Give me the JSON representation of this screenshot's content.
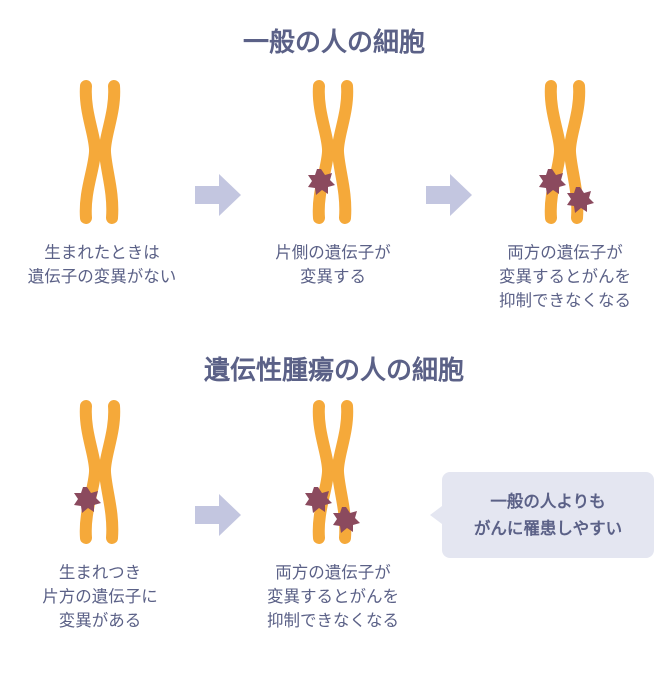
{
  "colors": {
    "chromosome": "#f5a93a",
    "mutation": "#8b4a5e",
    "text": "#5b6187",
    "arrow": "#c3c6e0",
    "callout_bg": "#e4e6f1"
  },
  "section1": {
    "title": "一般の人の細胞",
    "steps": [
      {
        "caption": [
          "生まれたときは",
          "遺伝子の変異がない"
        ],
        "mutations": 0
      },
      {
        "caption": [
          "片側の遺伝子が",
          "変異する"
        ],
        "mutations": 1
      },
      {
        "caption": [
          "両方の遺伝子が",
          "変異するとがんを",
          "抑制できなくなる"
        ],
        "mutations": 2
      }
    ]
  },
  "section2": {
    "title": "遺伝性腫瘍の人の細胞",
    "steps": [
      {
        "caption": [
          "生まれつき",
          "片方の遺伝子に",
          "変異がある"
        ],
        "mutations": 1
      },
      {
        "caption": [
          "両方の遺伝子が",
          "変異するとがんを",
          "抑制できなくなる"
        ],
        "mutations": 2
      }
    ],
    "callout": [
      "一般の人よりも",
      "がんに罹患しやすい"
    ]
  }
}
